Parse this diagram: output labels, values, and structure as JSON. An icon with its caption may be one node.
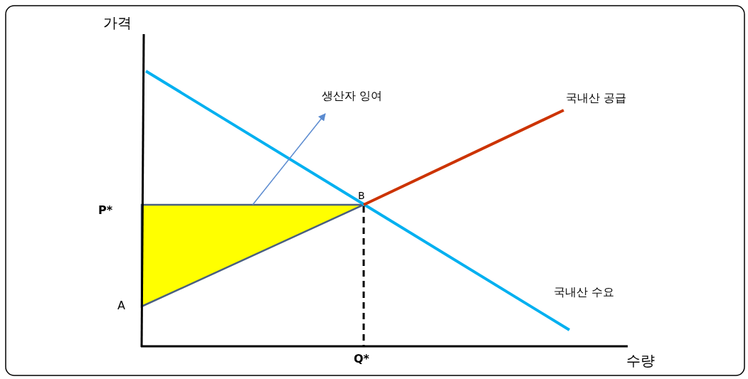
{
  "diagram": {
    "nodes": [
      {
        "text": [
          "생산자 잉여"
        ]
      },
      {
        "text": [],
        "shape": "triangle"
      }
    ],
    "edges": [
      {
        "from": 1,
        "to": 0,
        "arrow": "to"
      }
    ],
    "labels": [
      "가격",
      "국내산 공급",
      "P*",
      "B",
      "A",
      "국내산 수요",
      "Q*",
      "수량"
    ]
  }
}
